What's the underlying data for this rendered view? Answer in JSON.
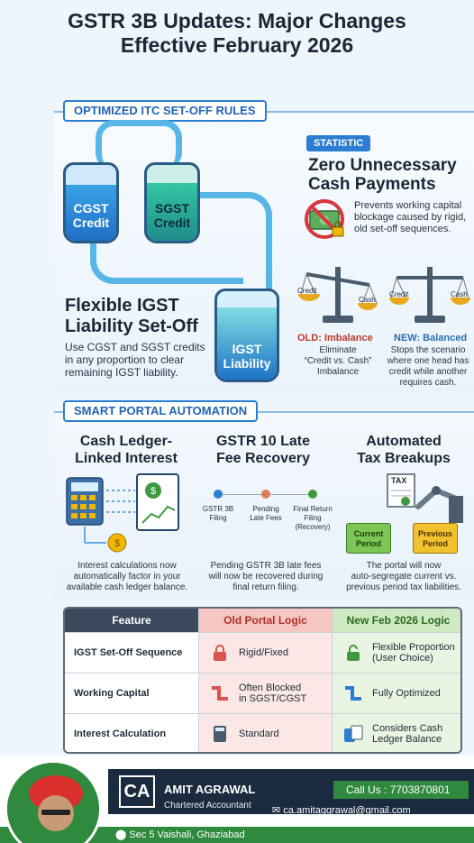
{
  "title_line1": "GSTR 3B Updates: Major Changes",
  "title_line2": "Effective February 2026",
  "section1": {
    "header": "OPTIMIZED ITC SET-OFF RULES",
    "tank_cgst": [
      "CGST",
      "Credit"
    ],
    "tank_sgst": [
      "SGST",
      "Credit"
    ],
    "tank_igst": [
      "IGST",
      "Liability"
    ],
    "flex_title": [
      "Flexible IGST",
      "Liability Set-Off"
    ],
    "flex_body": [
      "Use CGST and SGST credits",
      "in any proportion to clear",
      "remaining IGST liability."
    ],
    "statistic_badge": "STATISTIC",
    "stat_title": [
      "Zero Unnecessary",
      "Cash Payments"
    ],
    "stat_body": [
      "Prevents working capital",
      "blockage caused by rigid,",
      "old set-off sequences."
    ],
    "scale_left_labels": [
      "Credit",
      "Cash"
    ],
    "scale_right_labels": [
      "Credit",
      "Cash"
    ],
    "old_title": "OLD: Imbalance",
    "old_body": [
      "Eliminate",
      "“Credit vs. Cash”",
      "Imbalance"
    ],
    "new_title": "NEW: Balanced",
    "new_body": [
      "Stops the scenario",
      "where one head has",
      "credit while another",
      "requires cash."
    ]
  },
  "section2": {
    "header": "SMART PORTAL AUTOMATION",
    "col1_title": [
      "Cash Ledger-",
      "Linked Interest"
    ],
    "col1_body": [
      "Interest calculations now",
      "automatically factor in your",
      "available cash ledger balance."
    ],
    "col2_title": [
      "GSTR 10 Late",
      "Fee Recovery"
    ],
    "col2_steps": [
      [
        "GSTR 3B",
        "Filing"
      ],
      [
        "Pending",
        "Late Fees"
      ],
      [
        "Final Return",
        "Filing",
        "(Recovery)"
      ]
    ],
    "col2_body": [
      "Pending GSTR 3B late fees",
      "will now be recovered during",
      "final return filing."
    ],
    "col3_title": [
      "Automated",
      "Tax Breakups"
    ],
    "tax_label": "TAX",
    "folder_current": [
      "Current",
      "Period"
    ],
    "folder_previous": [
      "Previous",
      "Period"
    ],
    "col3_body": [
      "The portal will now",
      "auto-segregate current vs.",
      "previous period tax liabilities."
    ]
  },
  "table": {
    "headers": [
      "Feature",
      "Old Portal Logic",
      "New Feb 2026 Logic"
    ],
    "rows": [
      {
        "feature": "IGST Set-Off Sequence",
        "old": [
          "Rigid/Fixed"
        ],
        "new": [
          "Flexible Proportion",
          "(User Choice)"
        ]
      },
      {
        "feature": "Working Capital",
        "old": [
          "Often Blocked",
          "in SGST/CGST"
        ],
        "new": [
          "Fully Optimized"
        ]
      },
      {
        "feature": "Interest Calculation",
        "old": [
          "Standard"
        ],
        "new": [
          "Considers Cash",
          "Ledger Balance"
        ]
      }
    ]
  },
  "footer": {
    "logo": "CA",
    "name": "AMIT AGRAWAL",
    "role": "Chartered Accountant",
    "phone": "Call Us : 7703870801",
    "email": "ca.amitaggrawal@gmail.com",
    "address": "Sec 5 Vaishali, Ghaziabad"
  },
  "colors": {
    "accent_blue": "#2d7dd2",
    "old_red": "#d9534f",
    "new_green": "#3f9a3f",
    "footer_green": "#2f8a3e",
    "footer_dark": "#1a2b3f"
  }
}
